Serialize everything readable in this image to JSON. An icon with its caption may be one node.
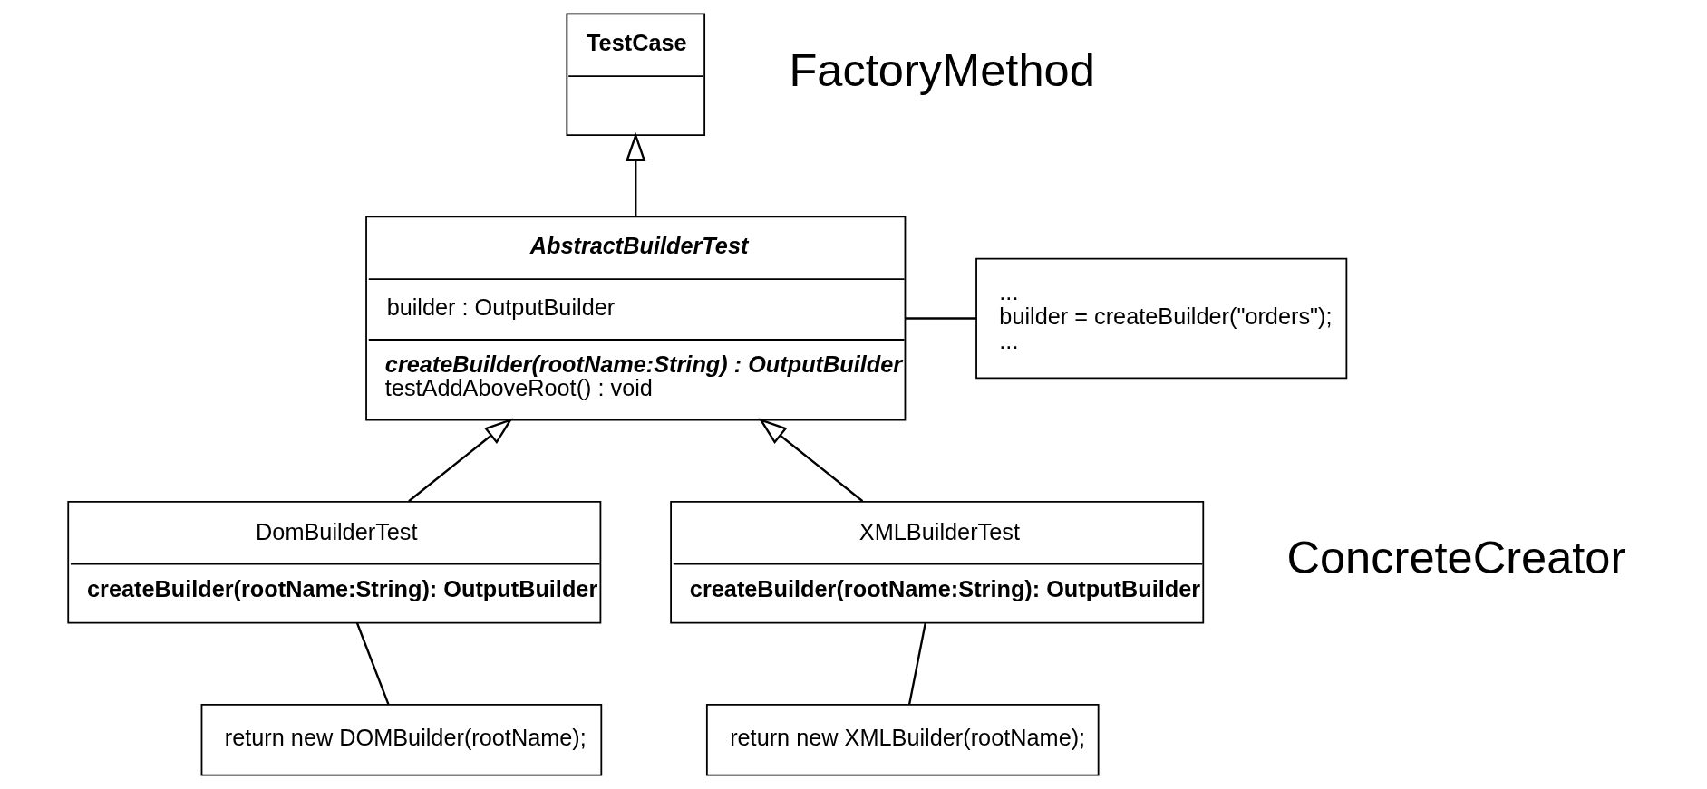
{
  "diagram": {
    "nodes": [
      {
        "text": [
          "TestCase"
        ]
      },
      {
        "text": [
          "AbstractBuilderTest",
          "builder : OutputBuilder",
          "createBuilder(rootName:String) : OutputBuilder",
          "testAddAboveRoot() : void"
        ]
      },
      {
        "text": [
          "...",
          "builder = createBuilder(\"orders\");",
          "..."
        ]
      },
      {
        "text": [
          "DomBuilderTest",
          "createBuilder(rootName:String): OutputBuilder"
        ]
      },
      {
        "text": [
          "XMLBuilderTest",
          "createBuilder(rootName:String): OutputBuilder"
        ]
      },
      {
        "text": [
          "return new DOMBuilder(rootName);"
        ]
      },
      {
        "text": [
          "return new XMLBuilder(rootName);"
        ]
      }
    ],
    "edges": [
      {
        "from": 1,
        "to": 0,
        "arrow": "to"
      },
      {
        "from": 1,
        "to": 2,
        "arrow": "none"
      },
      {
        "from": 3,
        "to": 1,
        "arrow": "to"
      },
      {
        "from": 4,
        "to": 1,
        "arrow": "to"
      },
      {
        "from": 3,
        "to": 5,
        "arrow": "none"
      },
      {
        "from": 4,
        "to": 6,
        "arrow": "none"
      }
    ],
    "labels": [
      "FactoryMethod",
      "ConcreteCreator"
    ]
  }
}
